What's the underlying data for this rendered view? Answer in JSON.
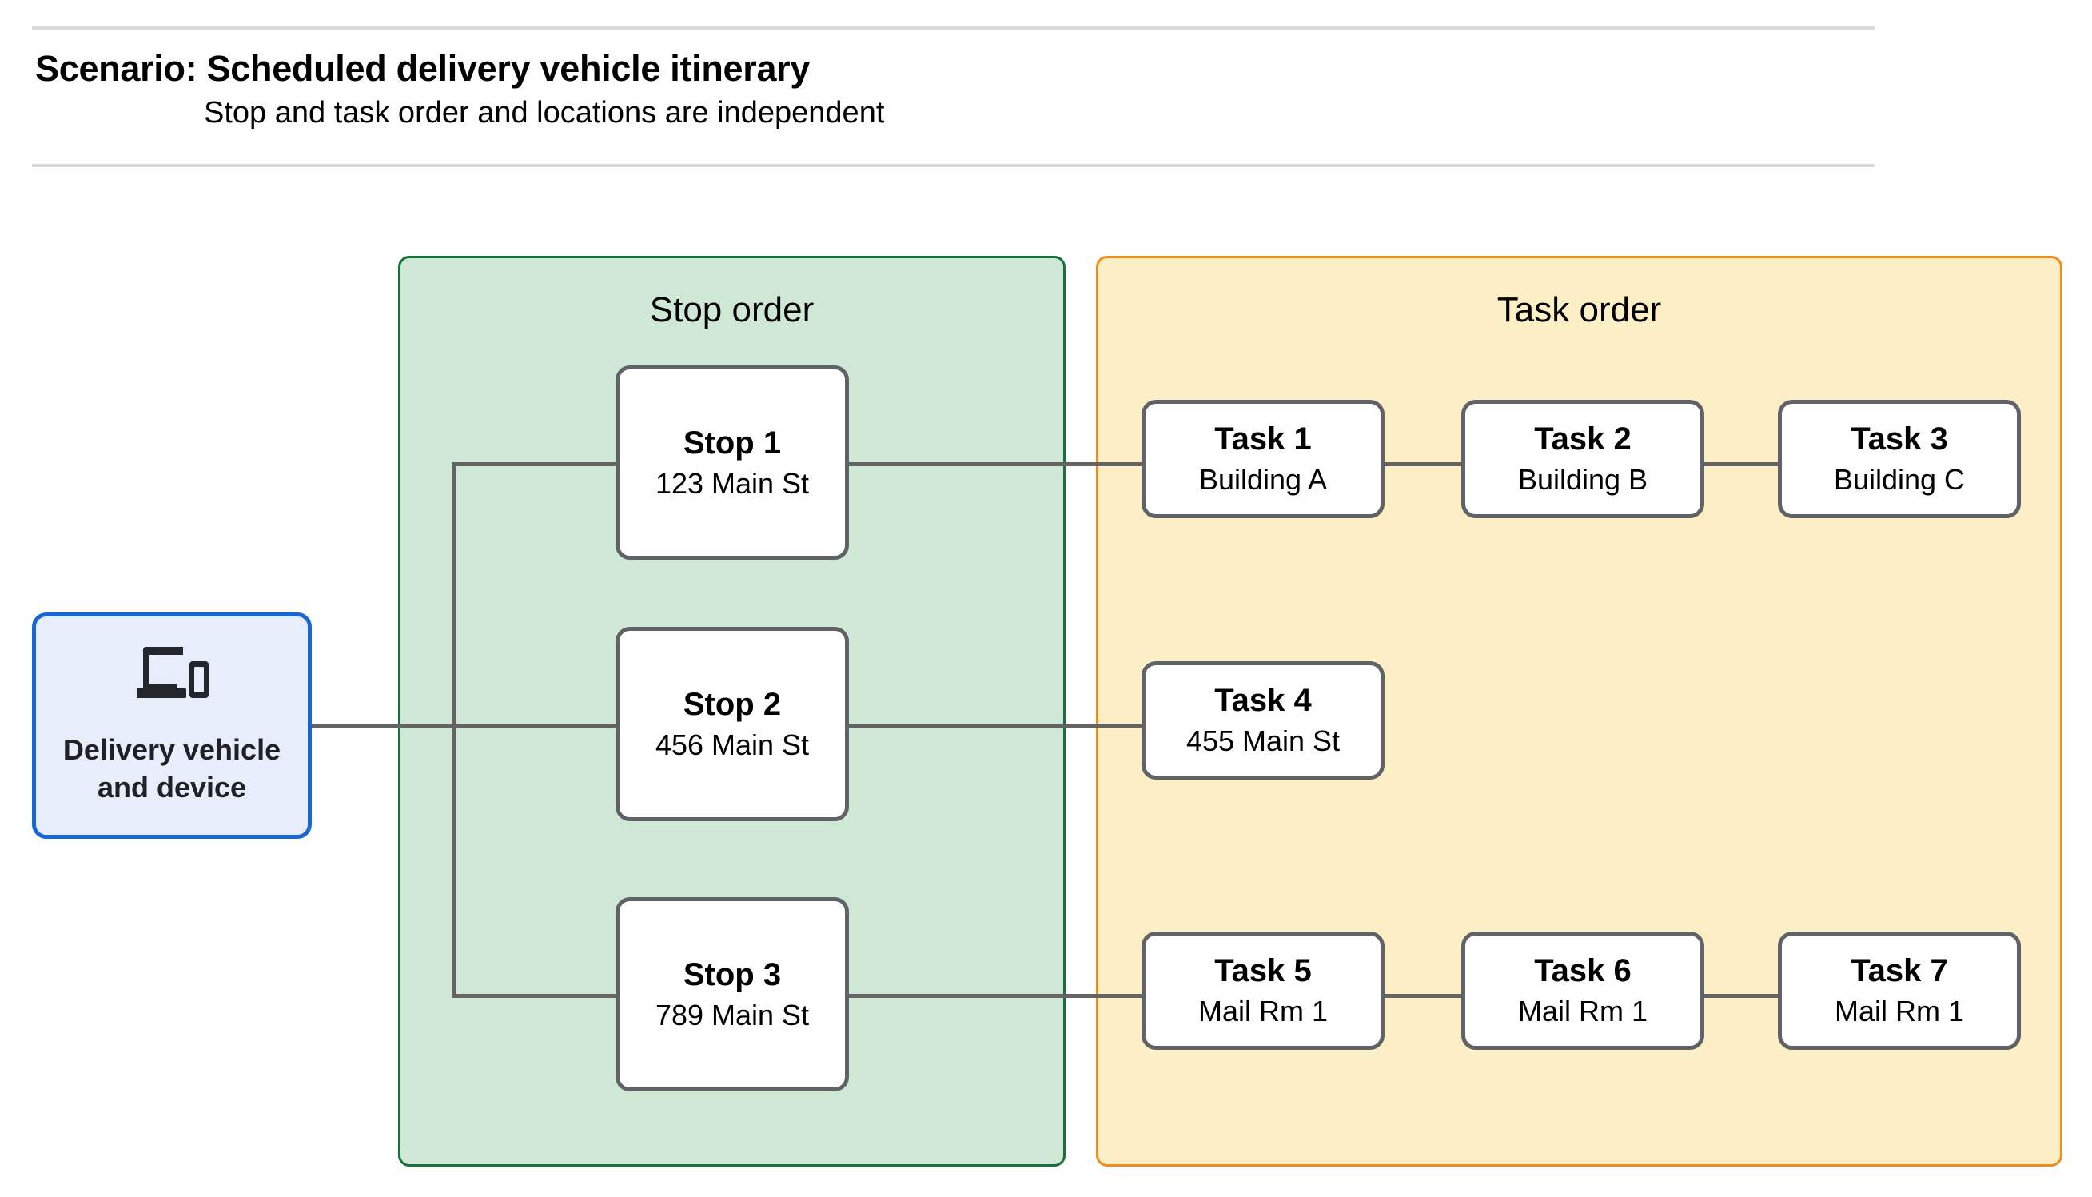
{
  "header": {
    "title": "Scenario: Scheduled delivery vehicle itinerary",
    "subtitle": "Stop and task order and locations are independent"
  },
  "vehicle": {
    "icon": "devices-icon",
    "label": "Delivery vehicle\nand device"
  },
  "groups": {
    "stop": {
      "title": "Stop order",
      "fill": "#cfe8d6",
      "border": "#16723a"
    },
    "task": {
      "title": "Task order",
      "fill": "#fdefc5",
      "border": "#f08c1b"
    }
  },
  "stops": [
    {
      "title": "Stop 1",
      "location": "123 Main St"
    },
    {
      "title": "Stop 2",
      "location": "456 Main St"
    },
    {
      "title": "Stop 3",
      "location": "789 Main St"
    }
  ],
  "tasks": [
    {
      "title": "Task 1",
      "location": "Building A"
    },
    {
      "title": "Task 2",
      "location": "Building B"
    },
    {
      "title": "Task 3",
      "location": "Building C"
    },
    {
      "title": "Task 4",
      "location": "455 Main St"
    },
    {
      "title": "Task 5",
      "location": "Mail Rm 1"
    },
    {
      "title": "Task 6",
      "location": "Mail Rm 1"
    },
    {
      "title": "Task 7",
      "location": "Mail Rm 1"
    }
  ],
  "colors": {
    "connector": "#646464",
    "node_border": "#5f6368",
    "vehicle_fill": "#e8edfb",
    "vehicle_border": "#1967d2",
    "rule": "#d9d9d9"
  }
}
